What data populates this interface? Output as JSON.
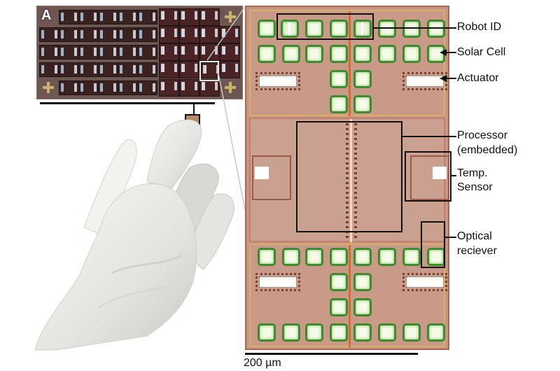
{
  "figure": {
    "panel_label": "A",
    "labels": {
      "robot_id": "Robot ID",
      "solar_cell": "Solar Cell",
      "actuator": "Actuator",
      "processor_line1": "Processor",
      "processor_line2": "(embedded)",
      "temp_sensor_line1": "Temp.",
      "temp_sensor_line2": "Sensor",
      "optical_line1": "Optical",
      "optical_line2": "reciever"
    },
    "scale_bar": "200 µm",
    "colors": {
      "chip_substrate": "#c99583",
      "solar_cell_border": "#3f8a2e",
      "solar_cell_fill": "#f4fbe6",
      "wafer": "#6e5652",
      "callout": "#111111",
      "glove": "#e9e9e6"
    }
  }
}
